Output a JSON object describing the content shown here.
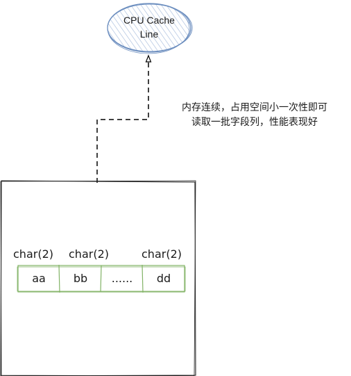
{
  "cache_line": {
    "line1": "CPU Cache",
    "line2": "Line"
  },
  "note": {
    "line1": "内存连续，占用空间小一次性即可",
    "line2": "读取一批字段列，性能表现好"
  },
  "columns": [
    {
      "type_label": "char(2)",
      "value": "aa"
    },
    {
      "type_label": "char(2)",
      "value": "bb"
    },
    {
      "type_label": "",
      "value": "......"
    },
    {
      "type_label": "char(2)",
      "value": "dd"
    }
  ],
  "colors": {
    "cache_fill": "#dae8fc",
    "cache_stroke": "#6c8ebf",
    "cell_stroke": "#82b366",
    "line": "#000000"
  }
}
